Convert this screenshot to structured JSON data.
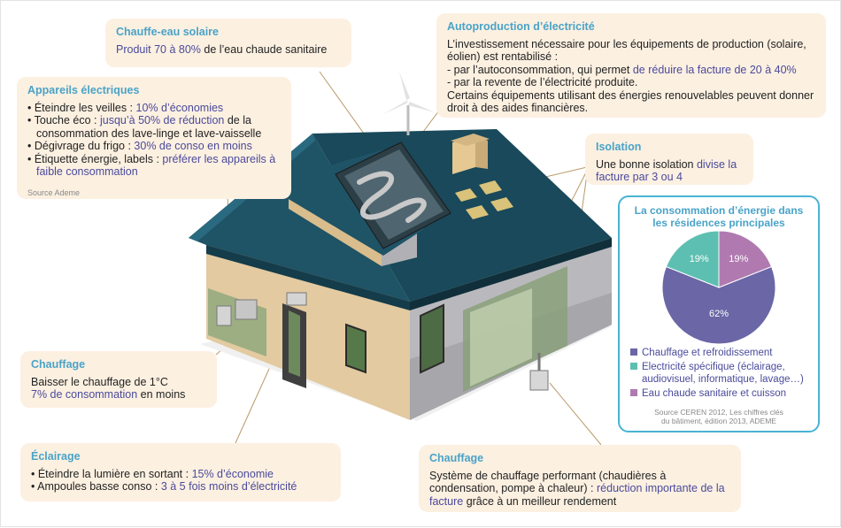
{
  "colors": {
    "accent": "#4aa3c8",
    "highlight": "#4a4a9c",
    "box_bg": "#fcf0e1",
    "roof": "#1f5366",
    "wall": "#e3caa0"
  },
  "solar": {
    "title": "Chauffe-eau solaire",
    "hl": "Produit 70 à 80%",
    "rest": " de l’eau chaude sanitaire"
  },
  "appareils": {
    "title": "Appareils électriques",
    "l1a": "• Éteindre les veilles : ",
    "l1b": "10% d’économies",
    "l2a": "• Touche éco : ",
    "l2b": "jusqu’à 50% de réduction",
    "l2c": " de la consommation des lave-linge et lave-vaisselle",
    "l3a": "• Dégivrage du frigo : ",
    "l3b": "30% de conso en moins",
    "l4a": "• Étiquette énergie, labels : ",
    "l4b": "préférer les appareils à faible consommation",
    "source": "Source Ademe"
  },
  "auto": {
    "title": "Autoproduction d’électricité",
    "p1": "L’investissement nécessaire pour les équipements de production (solaire, éolien) est rentabilisé :",
    "p2a": "- par l’autoconsommation, qui permet ",
    "p2b": "de réduire la facture de 20 à 40%",
    "p3": "- par la revente de l’électricité produite.",
    "p4": "Certains équipements utilisant des énergies renouvelables peuvent donner droit à des aides financières."
  },
  "isolation": {
    "title": "Isolation",
    "a": "Une bonne isolation ",
    "b": "divise la facture par 3 ou 4"
  },
  "chauffage1": {
    "title": "Chauffage",
    "a": "Baisser le chauffage de 1°C",
    "b": "7% de consommation",
    "c": " en moins"
  },
  "eclairage": {
    "title": "Éclairage",
    "l1a": "• Éteindre la lumière en sortant : ",
    "l1b": "15% d’économie",
    "l2a": "• Ampoules basse conso : ",
    "l2b": "3 à 5 fois moins d’électricité"
  },
  "chauffage2": {
    "title": "Chauffage",
    "a": "Système de chauffage performant (chaudières à condensation, pompe à chaleur) : ",
    "b": "réduction importante de la facture",
    "c": " grâce à un meilleur rendement"
  },
  "chart_data": {
    "type": "pie",
    "title": "La consommation d’énergie dans les résidences principales",
    "categories": [
      "Chauffage et refroidissement",
      "Electricité spécifique (éclairage, audiovisuel, informatique, lavage…)",
      "Eau chaude sanitaire et cuisson"
    ],
    "values": [
      62,
      19,
      19
    ],
    "labels": [
      "62%",
      "19%",
      "19%"
    ],
    "colors": [
      "#6b66a6",
      "#5dbfb1",
      "#b07ab0"
    ],
    "source": "Source CEREN 2012, Les chiffres clés du bâtiment, édition 2013, ADEME",
    "legend": "bottom"
  }
}
